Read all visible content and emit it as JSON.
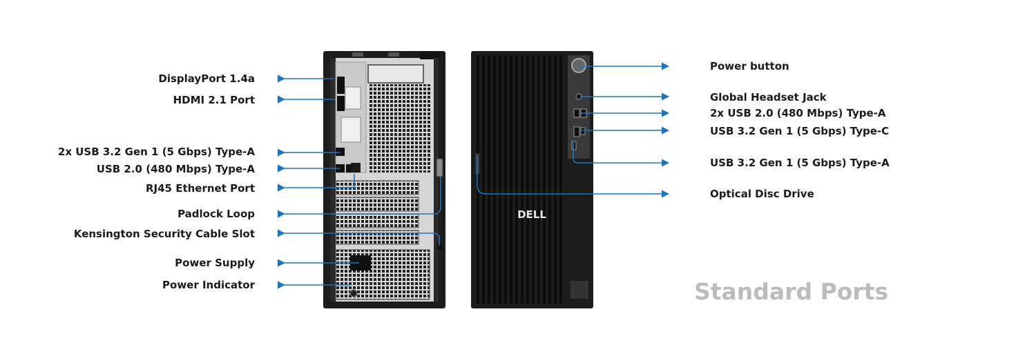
{
  "labels_left": [
    {
      "id": "displayport",
      "text": "DisplayPort 1.4a"
    },
    {
      "id": "hdmi",
      "text": "HDMI 2.1 Port"
    },
    {
      "id": "usb32-typea-x2",
      "text": "2x USB 3.2 Gen 1 (5 Gbps) Type-A"
    },
    {
      "id": "usb20-typea",
      "text": "USB 2.0 (480 Mbps) Type-A"
    },
    {
      "id": "rj45",
      "text": "RJ45 Ethernet Port"
    },
    {
      "id": "padlock",
      "text": "Padlock Loop"
    },
    {
      "id": "kensington",
      "text": "Kensington Security Cable Slot"
    },
    {
      "id": "power-supply",
      "text": "Power Supply"
    },
    {
      "id": "power-indicator",
      "text": "Power Indicator"
    }
  ],
  "labels_right": [
    {
      "id": "power-button",
      "text": "Power button"
    },
    {
      "id": "headset-jack",
      "text": "Global Headset Jack"
    },
    {
      "id": "usb20-typea-x2",
      "text": "2x USB 2.0 (480 Mbps) Type-A"
    },
    {
      "id": "usb32-typec",
      "text": "USB 3.2 Gen 1 (5 Gbps) Type-C"
    },
    {
      "id": "usb32-typea",
      "text": "USB 3.2 Gen 1 (5 Gbps) Type-A"
    },
    {
      "id": "optical-drive",
      "text": "Optical Disc Drive"
    }
  ],
  "heading": "Standard Ports",
  "logo_text": "DELL",
  "colors": {
    "callout": "#1b75bc",
    "label_text": "#1a1a1a",
    "heading": "#bcbcbc",
    "chassis": "#1c1c1c",
    "rear_panel": "#d6d6d6"
  },
  "icons": [
    "arrow-left-icon",
    "arrow-right-icon",
    "dell-logo-icon"
  ]
}
